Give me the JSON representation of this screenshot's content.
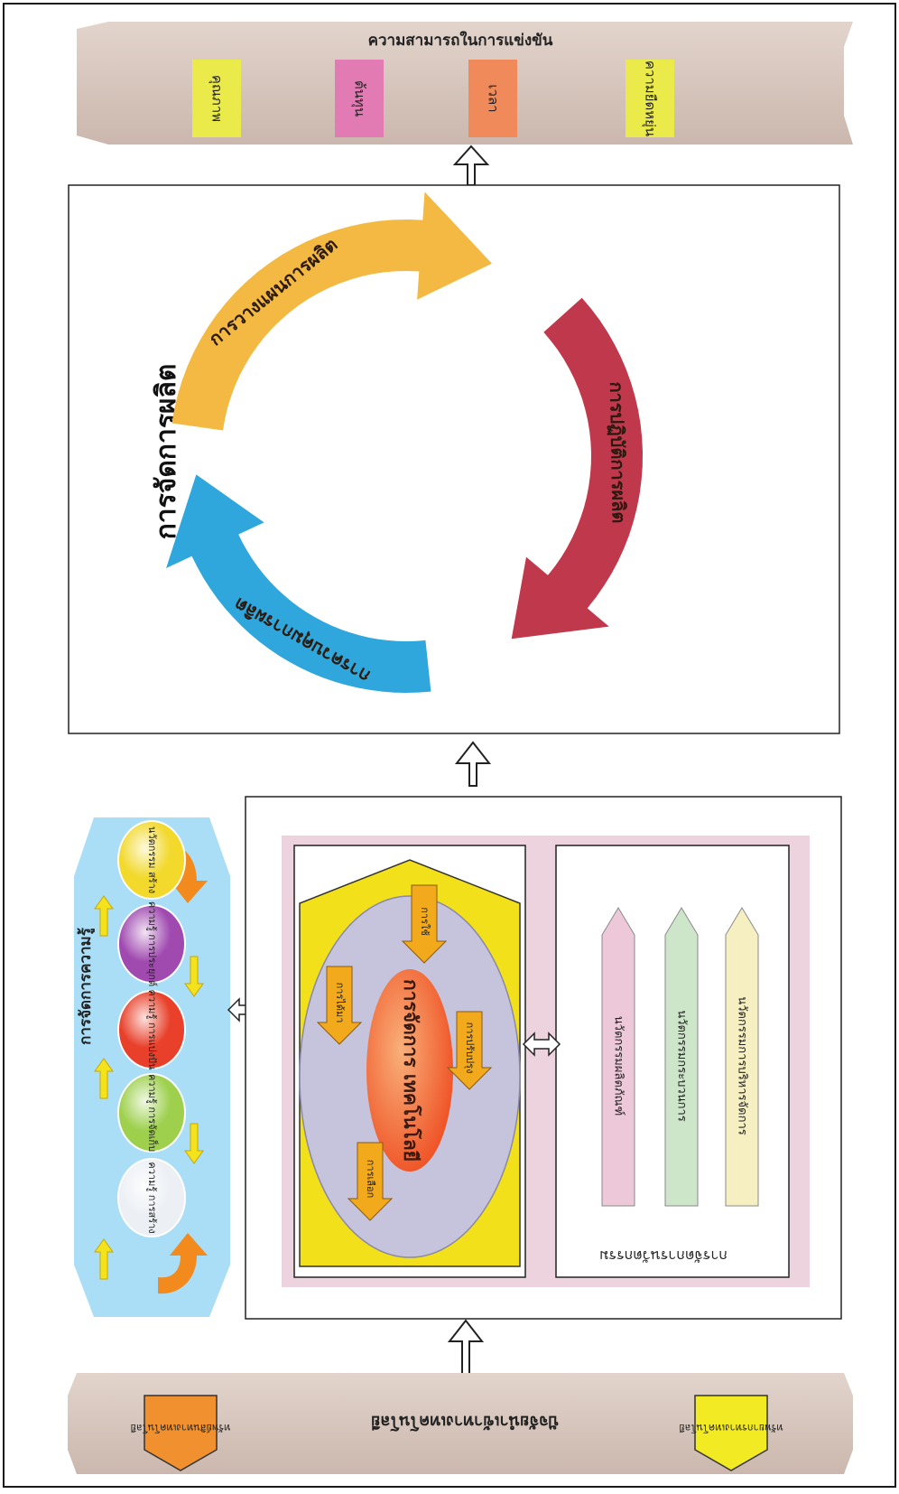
{
  "competitiveness": {
    "title": "ความสามารถในการแข่งขัน",
    "items": [
      {
        "label": "คุณภาพ",
        "color": "#eaea4a"
      },
      {
        "label": "ต้นทุน",
        "color": "#e27ab4"
      },
      {
        "label": "เวลา",
        "color": "#f08a5a"
      },
      {
        "label": "ความยืดหยุ่น",
        "color": "#eaea4a"
      }
    ]
  },
  "production": {
    "title": "การจัดการผลิต",
    "cycle": [
      {
        "label": "การวางแผนการผลิต",
        "color": "#f4b942"
      },
      {
        "label": "การปฏิบัติการผลิต",
        "color": "#c0384b"
      },
      {
        "label": "การควบคุมการผลิต",
        "color": "#2fa7dc"
      }
    ]
  },
  "knowledge": {
    "title": "การจัดการความรู้",
    "steps": [
      {
        "label": "ความรู้ การสร้าง",
        "color": "#ecf0f5"
      },
      {
        "label": "ความรู้ การจัดเก็บ",
        "color": "#9ed04e"
      },
      {
        "label": "ความรู้ การแบ่งปัน",
        "color": "#e8402a"
      },
      {
        "label": "ความรู้ การประยุกต์",
        "color": "#a04ab0"
      },
      {
        "label": "นวัตกรรม สร้าง",
        "color": "#f2d92c"
      }
    ]
  },
  "tech_management": {
    "core": "การจัดการ เทคโนโลยี",
    "steps": [
      "การเลือก",
      "การได้มา",
      "การใช้",
      "การปรับปรุง"
    ]
  },
  "innovation": {
    "title": "การจัดการนวัตกรรม",
    "items": [
      {
        "label": "นวัตกรรมผลิตภัณฑ์",
        "color": "#ecc8d8"
      },
      {
        "label": "นวัตกรรมกระบวนการ",
        "color": "#cde5c8"
      },
      {
        "label": "นวัตกรรมการบริหารจัดการ",
        "color": "#f6efc2"
      }
    ]
  },
  "tech_source": {
    "title": "ปัจจัยนำเข้าทางเทคโนโลยี",
    "items": [
      {
        "label": "ทรัพย์สินทางเทคโนโลยี",
        "color": "#f0902e"
      },
      {
        "label": "ทรัพยากรทางเทคโนโลยี",
        "color": "#f2ea22"
      }
    ]
  }
}
